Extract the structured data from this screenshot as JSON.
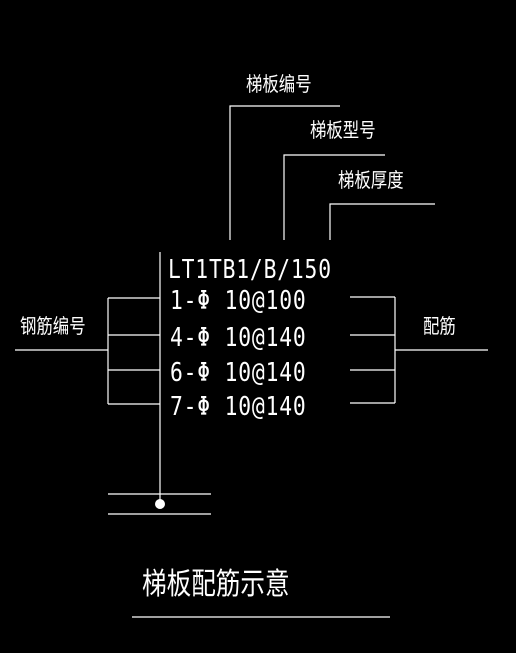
{
  "labels": {
    "slab_number": "梯板编号",
    "slab_type": "梯板型号",
    "slab_thickness": "梯板厚度",
    "bar_number": "钢筋编号",
    "reinforcement": "配筋",
    "title": "梯板配筋示意"
  },
  "slab_code": "LT1TB1/B/150",
  "rebar_lines": [
    "1-Φ 10@100",
    "4-Φ 10@140",
    "6-Φ 10@140",
    "7-Φ 10@140"
  ],
  "colors": {
    "background": "#000000",
    "lines": "#ffffff",
    "text": "#ffffff"
  }
}
